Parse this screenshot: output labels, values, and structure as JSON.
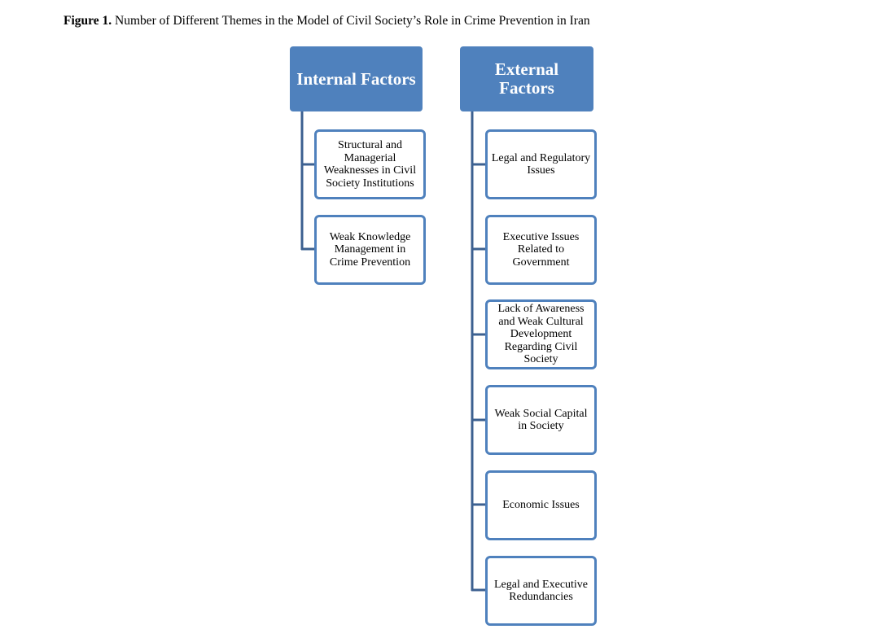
{
  "caption": {
    "label": "Figure 1.",
    "text": "Number of Different Themes in the Model of Civil Society’s Role in Crime Prevention in Iran"
  },
  "internal": {
    "title": "Internal Factors",
    "items": [
      "Structural and Managerial Weaknesses in Civil Society Institutions",
      "Weak Knowledge Management in Crime Prevention"
    ]
  },
  "external": {
    "title": "External Factors",
    "items": [
      "Legal and Regulatory Issues",
      "Executive Issues Related to Government",
      "Lack of Awareness and Weak Cultural Development Regarding Civil Society",
      "Weak Social Capital in Society",
      "Economic Issues",
      "Legal and Executive Redundancies"
    ]
  },
  "colors": {
    "header_fill": "#4f81bd",
    "box_border": "#4f81bd",
    "connector": "#3c6090"
  }
}
